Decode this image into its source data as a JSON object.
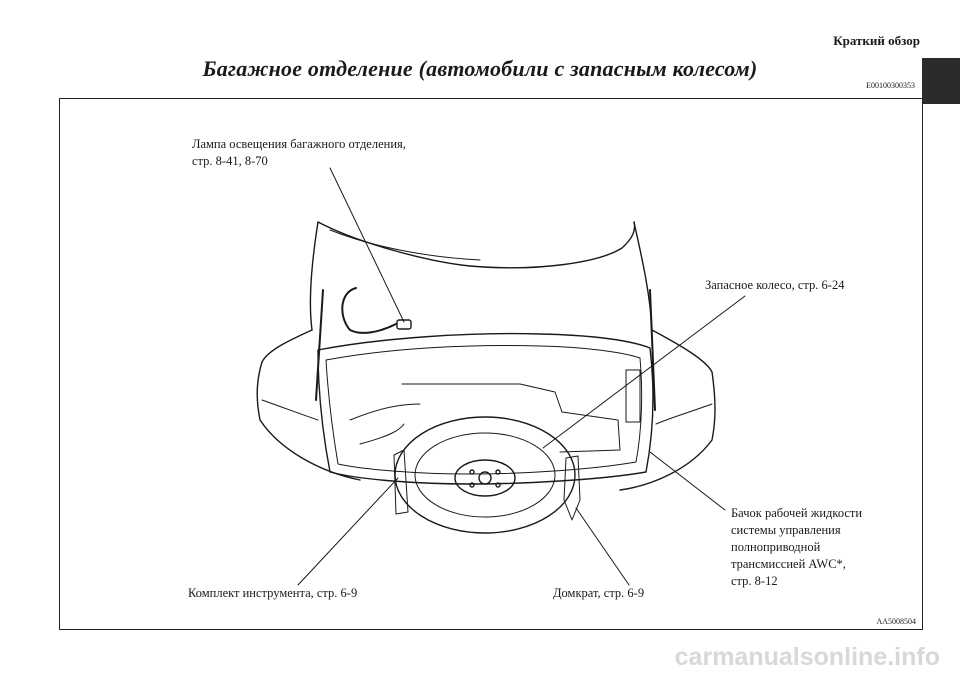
{
  "header": {
    "section": "Краткий обзор"
  },
  "title": "Багажное отделение (автомобили с запасным колесом)",
  "doc_code": "E00100300353",
  "figure": {
    "code": "AA5008504",
    "callouts": {
      "lamp": [
        "Лампа освещения багажного отделения,",
        "стр. 8-41, 8-70"
      ],
      "spare_wheel": "Запасное колесо, стр. 6-24",
      "awc_fluid": [
        "Бачок рабочей жидкости",
        "системы управления",
        "полноприводной",
        "трансмиссией AWC*,",
        "стр. 8-12"
      ],
      "tool_kit": "Комплект инструмента, стр. 6-9",
      "jack": "Домкрат, стр. 6-9"
    }
  },
  "watermark": "carmanualsonline.info"
}
